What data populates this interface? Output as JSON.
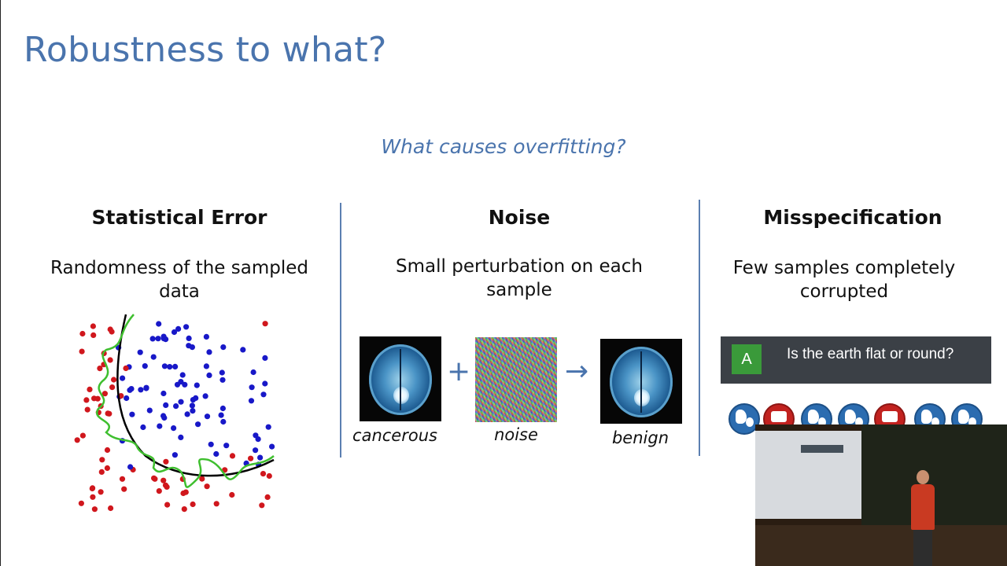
{
  "slide": {
    "title": "Robustness to what?",
    "subtitle": "What causes overfitting?"
  },
  "columns": [
    {
      "heading": "Statistical Error",
      "description_lines": [
        "Randomness of the sampled",
        "data"
      ]
    },
    {
      "heading": "Noise",
      "description_lines": [
        "Small perturbation on each",
        "sample"
      ]
    },
    {
      "heading": "Misspecification",
      "description_lines": [
        "Few samples completely",
        "corrupted"
      ]
    }
  ],
  "noise_panel": {
    "operator_plus": "+",
    "operator_arrow": "→",
    "captions": [
      "cancerous",
      "noise",
      "benign"
    ]
  },
  "quiz": {
    "letter": "A",
    "question": "Is the earth flat or round?"
  },
  "icons": [
    "globe-icon",
    "flat-earth-icon",
    "globe-icon",
    "globe-icon",
    "flat-earth-icon",
    "globe-icon",
    "globe-icon"
  ],
  "colors": {
    "title_blue": "#4a74ad",
    "red_points": "#d0171d",
    "blue_points": "#1818c8",
    "overfit_curve": "#3fbf2f",
    "true_curve": "#000000"
  }
}
